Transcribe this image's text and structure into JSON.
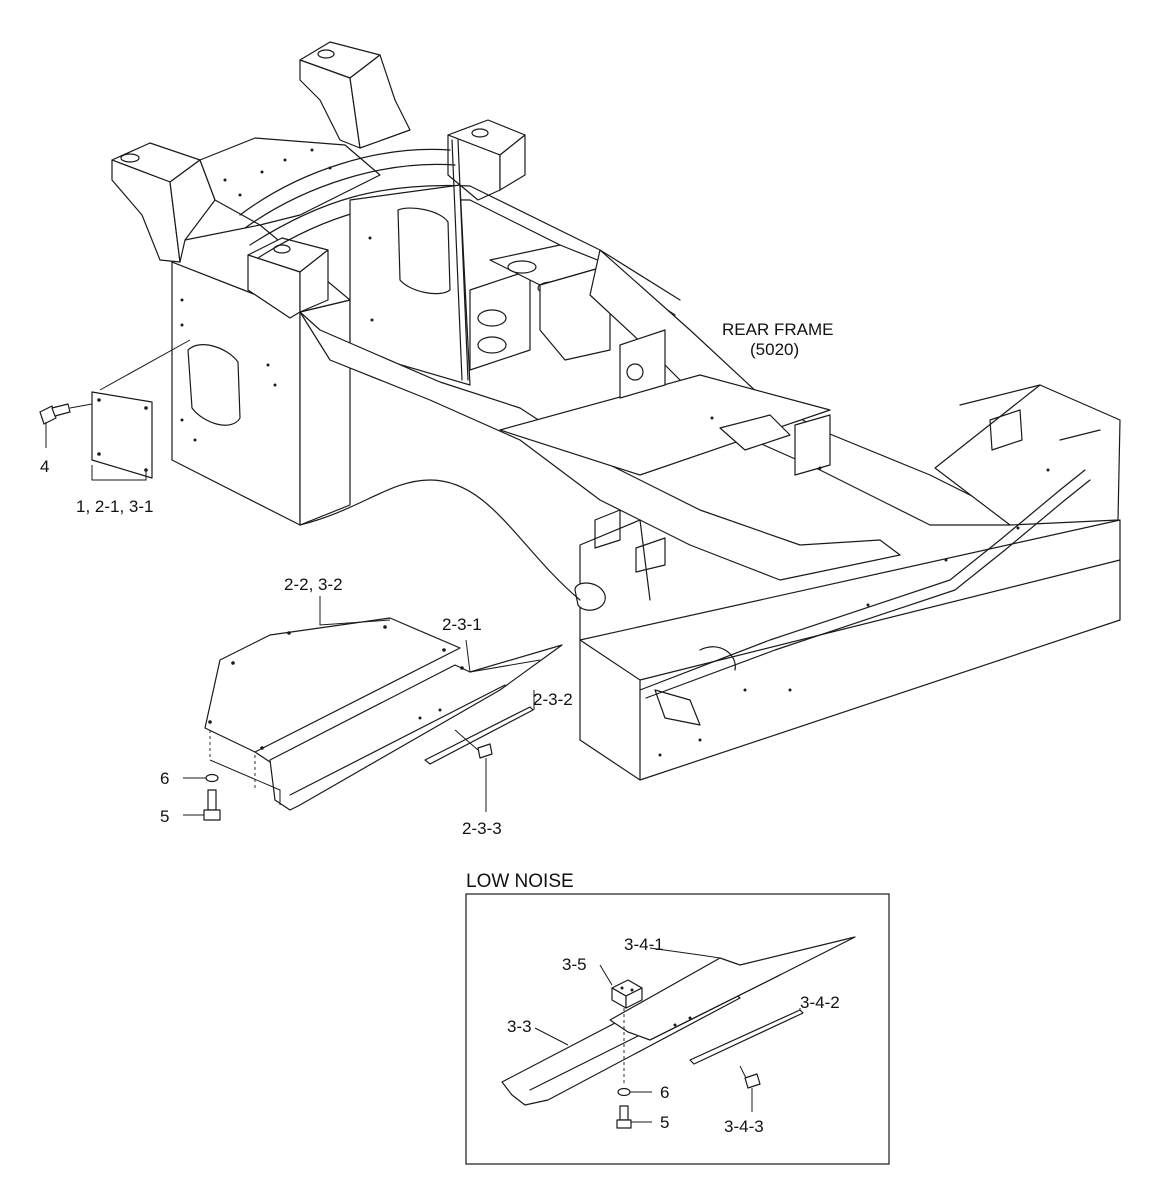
{
  "callouts": {
    "rear_frame": "REAR FRAME",
    "rear_frame_code": "(5020)",
    "part_4": "4",
    "part_1_2_1_3_1": "1, 2-1, 3-1",
    "part_2_2_3_2": "2-2, 3-2",
    "part_2_3_1": "2-3-1",
    "part_2_3_2": "2-3-2",
    "part_2_3_3": "2-3-3",
    "part_6": "6",
    "part_5": "5"
  },
  "low_noise": {
    "title": "LOW NOISE",
    "part_3_5": "3-5",
    "part_3_4_1": "3-4-1",
    "part_3_3": "3-3",
    "part_3_4_2": "3-4-2",
    "part_6": "6",
    "part_5": "5",
    "part_3_4_3": "3-4-3"
  }
}
